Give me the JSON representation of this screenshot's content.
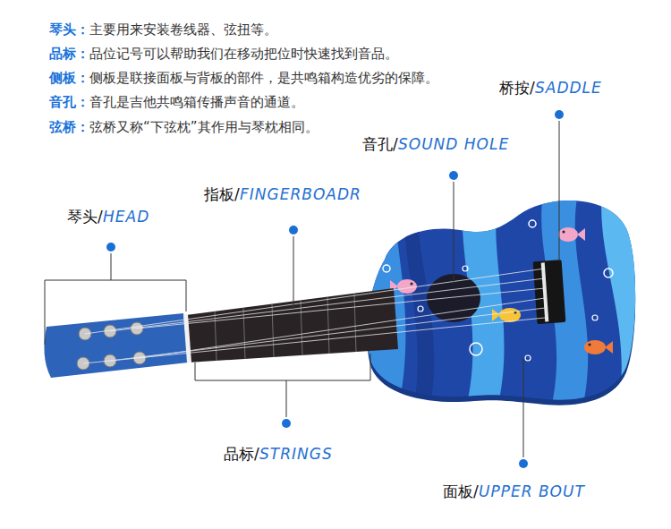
{
  "diagram": {
    "labels": [
      "琴头：",
      "主要用来安装卷线器、弦扭等。",
      "品标：",
      "品位记号可以帮助我们在移动把位时快速找到音品。",
      "侧板：",
      "侧板是联接面板与背板的部件，是共鸣箱构造优劣的保障。",
      "音孔：",
      "音孔是吉他共鸣箱传播声音的通道。",
      "弦桥：",
      "弦桥又称“下弦枕”其作用与琴枕相同。",
      "桥按/",
      "SADDLE",
      "音孔/",
      "SOUND HOLE",
      "指板/",
      "FINGERBOADR",
      "琴头/",
      "HEAD",
      "品标/",
      "STRINGS",
      "面板/",
      "UPPER BOUT"
    ]
  }
}
